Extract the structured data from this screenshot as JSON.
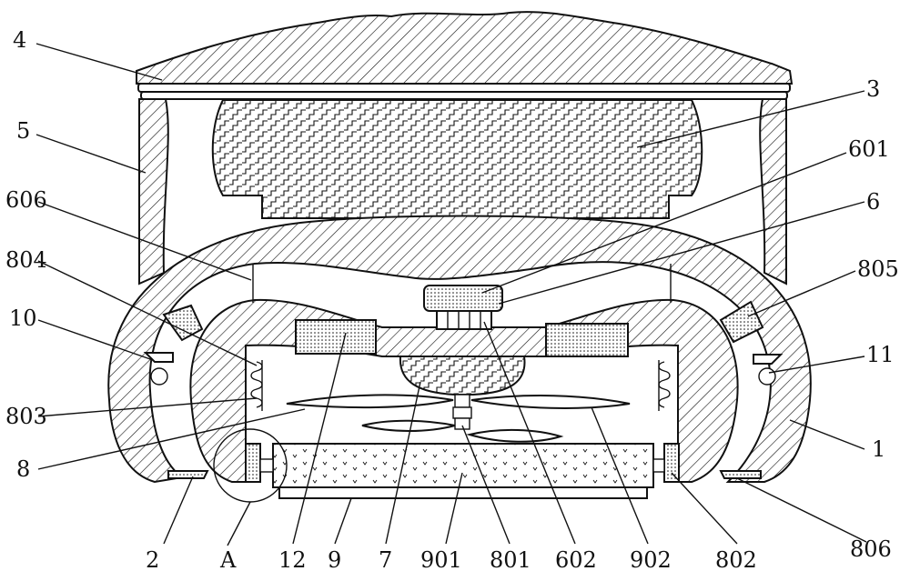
{
  "colors": {
    "line": "#111111",
    "background": "#ffffff"
  },
  "labels": {
    "l4": "4",
    "l5": "5",
    "l606": "606",
    "l804": "804",
    "l10": "10",
    "l803": "803",
    "l8": "8",
    "l3": "3",
    "l601": "601",
    "l6": "6",
    "l805": "805",
    "l11": "11",
    "l1": "1",
    "l2": "2",
    "lA": "A",
    "l12": "12",
    "l9": "9",
    "l7": "7",
    "l901": "901",
    "l801": "801",
    "l602": "602",
    "l902": "902",
    "l802": "802",
    "l806": "806"
  }
}
